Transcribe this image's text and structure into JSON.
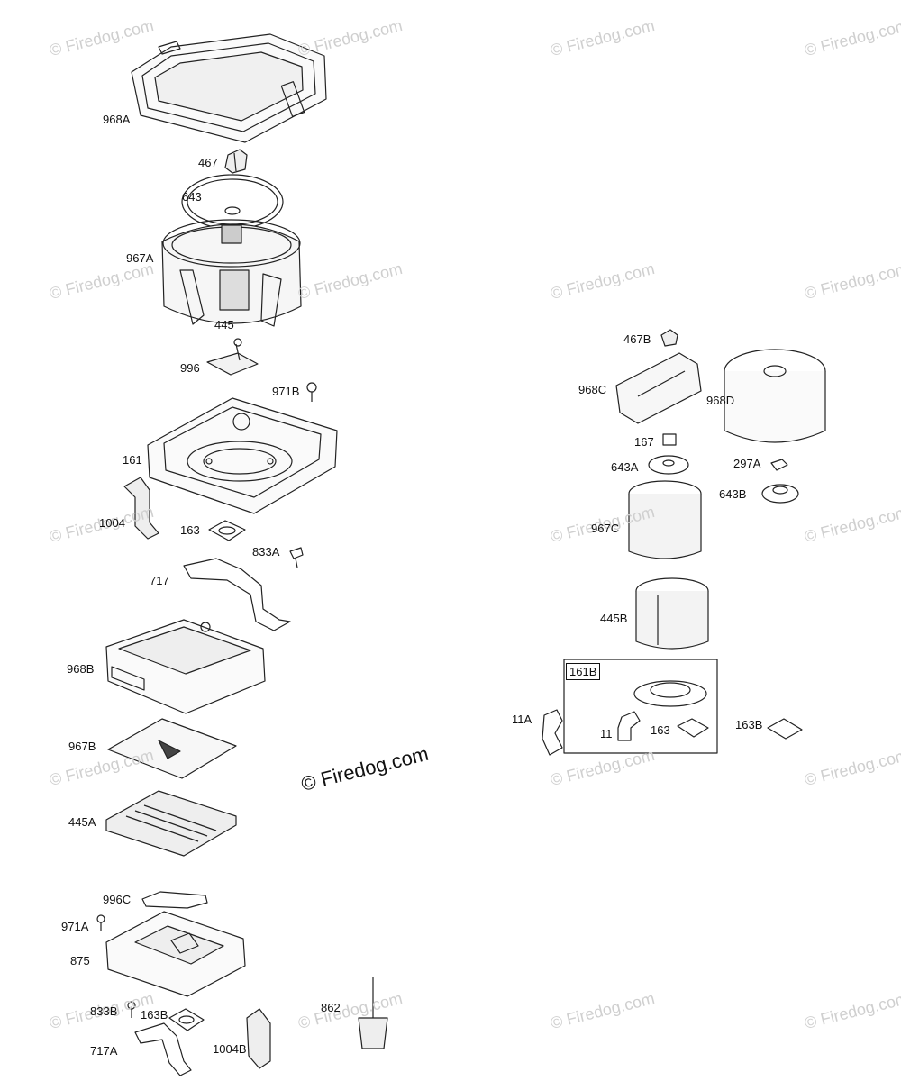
{
  "watermark": {
    "text": "© Firedog.com",
    "main_text": "© Firedog.com"
  },
  "kit_box_label": "161B",
  "labels": {
    "p968A": "968A",
    "p467": "467",
    "p643": "643",
    "p967A": "967A",
    "p445": "445",
    "p996": "996",
    "p971B": "971B",
    "p161": "161",
    "p1004": "1004",
    "p163": "163",
    "p833A": "833A",
    "p717": "717",
    "p968B": "968B",
    "p967B": "967B",
    "p445A": "445A",
    "p996C": "996C",
    "p971A": "971A",
    "p875": "875",
    "p833B": "833B",
    "p163B_left": "163B",
    "p862": "862",
    "p717A": "717A",
    "p1004B": "1004B",
    "p467B": "467B",
    "p968C": "968C",
    "p968D": "968D",
    "p167": "167",
    "p643A": "643A",
    "p297A": "297A",
    "p643B": "643B",
    "p967C": "967C",
    "p445B": "445B",
    "p11A": "11A",
    "p11": "11",
    "p163_right": "163",
    "p163B_right": "163B"
  }
}
